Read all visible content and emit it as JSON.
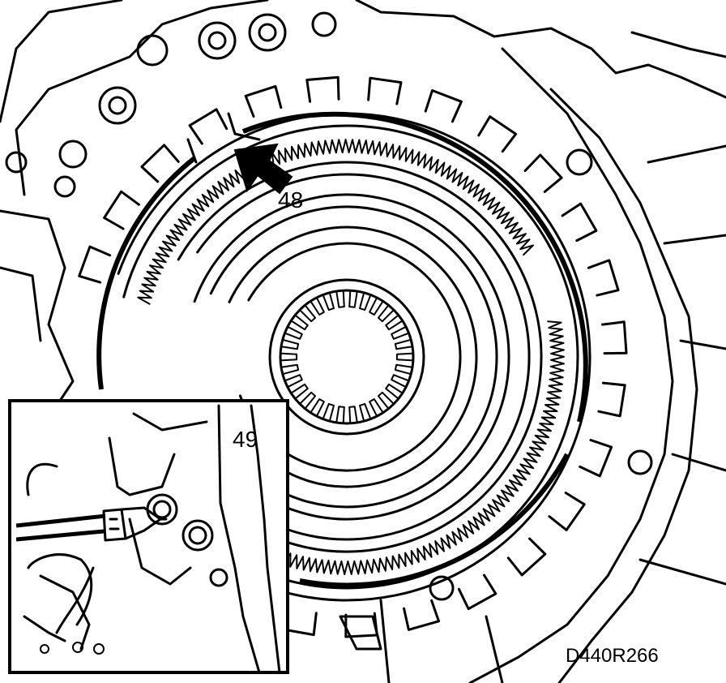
{
  "figure": {
    "callouts": [
      {
        "id": "48",
        "text": "48"
      },
      {
        "id": "49",
        "text": "49"
      }
    ],
    "reference_code": "D440R266",
    "ink_color": "#000000",
    "paper_color": "#ffffff"
  }
}
